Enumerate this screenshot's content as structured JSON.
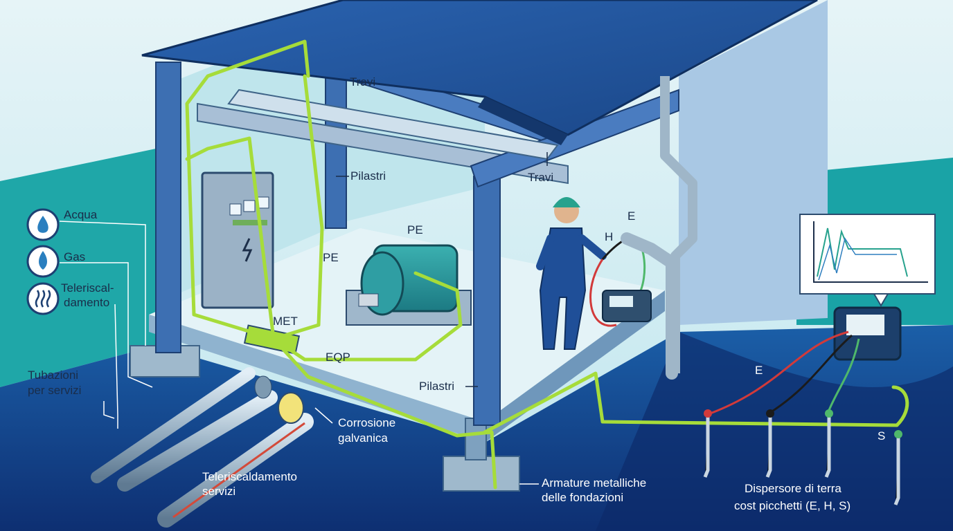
{
  "labels": {
    "travi_top": "Travi",
    "travi_right": "Travi",
    "pilastri_top": "Pilastri",
    "pilastri_bottom": "Pilastri",
    "pe_left": "PE",
    "pe_motor": "PE",
    "met": "MET",
    "eqp": "EQP",
    "electrode_e": "E",
    "electrode_h": "H",
    "ground_e": "E",
    "ground_s": "S",
    "acqua": "Acqua",
    "gas": "Gas",
    "telerisc_1": "Teleriscal-",
    "telerisc_2": "damento",
    "tubazioni_1": "Tubazioni",
    "tubazioni_2": "per servizi",
    "corrosione_1": "Corrosione",
    "corrosione_2": "galvanica",
    "teleriscaldamento_1": "Teleriscaldamento",
    "teleriscaldamento_2": "servizi",
    "armature_1": "Armature metalliche",
    "armature_2": "delle fondazioni",
    "dispersore_1": "Dispersore di terra",
    "dispersore_2": "cost picchetti (E, H, S)"
  },
  "colors": {
    "roof": "#1f4f98",
    "wall": "#cfeef3",
    "ground": "#123a86",
    "pe_wire": "#a6dc3a",
    "red_wire": "#d23a3a",
    "black_wire": "#1b1b1b"
  },
  "icons": [
    "water-drop-icon",
    "flame-icon",
    "heat-waves-icon"
  ]
}
